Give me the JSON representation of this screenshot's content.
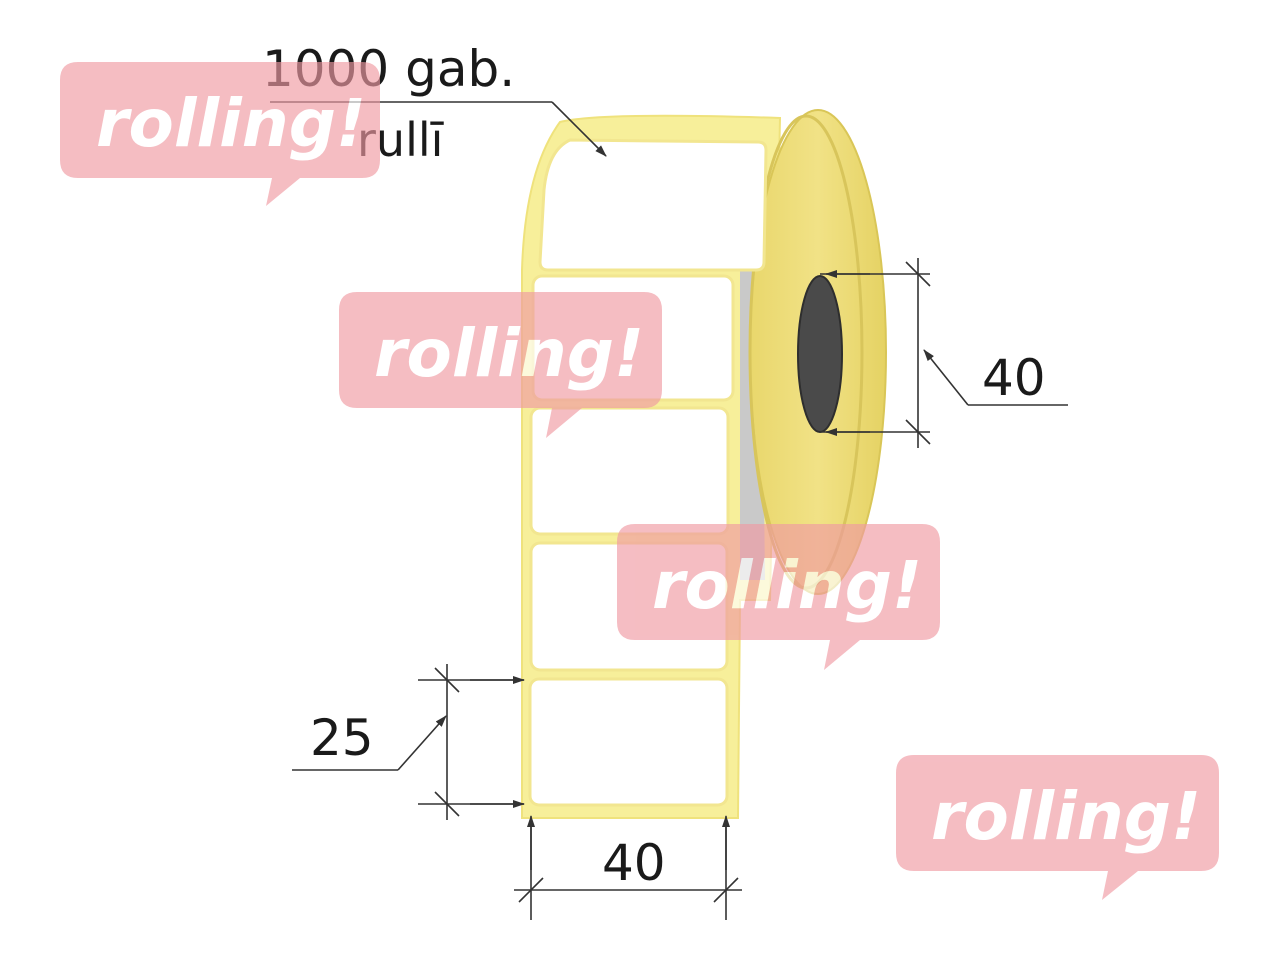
{
  "diagram": {
    "quantity_label": "1000 gab.",
    "quantity_unit": "rullī",
    "core_diameter": "40",
    "label_height": "25",
    "label_width": "40"
  },
  "watermark": {
    "text": "rolling!",
    "color": "#f09aa3"
  },
  "colors": {
    "core_yellow": "#eedd7a",
    "label_border": "#f7ef9a",
    "core_hole": "#4a4a4a",
    "dimension_line": "#333333"
  }
}
